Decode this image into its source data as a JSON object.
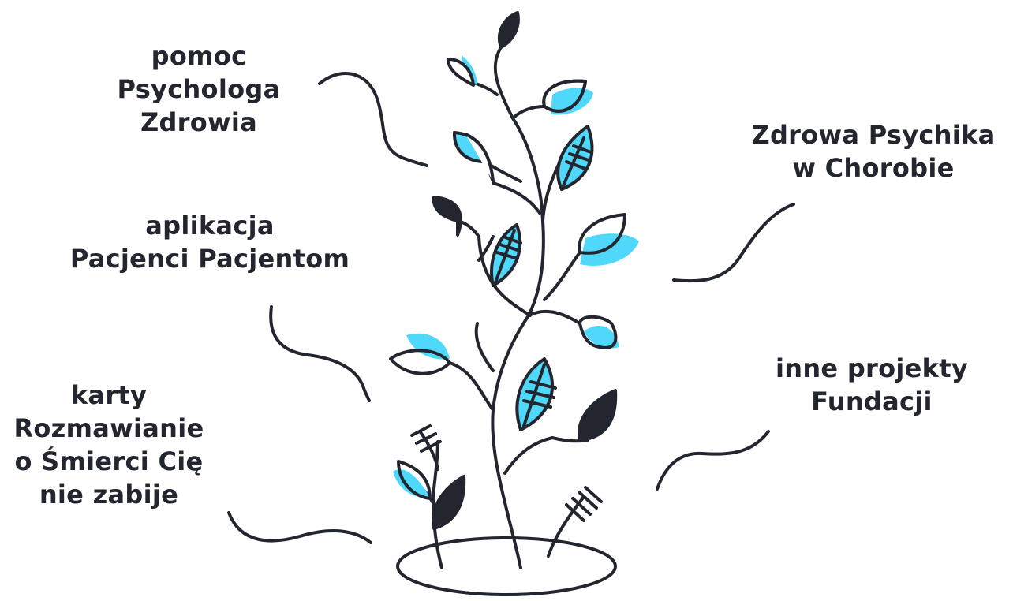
{
  "colors": {
    "ink": "#23262f",
    "accent": "#4fd8f9",
    "background": "#ffffff"
  },
  "labels": {
    "psycholog": [
      "pomoc",
      "Psychologa",
      "Zdrowia"
    ],
    "aplikacja": [
      "aplikacja",
      "Pacjenci Pacjentom"
    ],
    "karty": [
      "karty",
      "Rozmawianie",
      "o Śmierci Cię",
      "nie zabije"
    ],
    "zdrowa_psychika": [
      "Zdrowa Psychika",
      "w Chorobie"
    ],
    "inne_projekty": [
      "inne projekty",
      "Fundacji"
    ]
  },
  "illustration": {
    "subject": "plant-illustration",
    "icons": [
      "plant-stem-icon",
      "leaf-icon",
      "pot-ellipse-icon"
    ]
  }
}
